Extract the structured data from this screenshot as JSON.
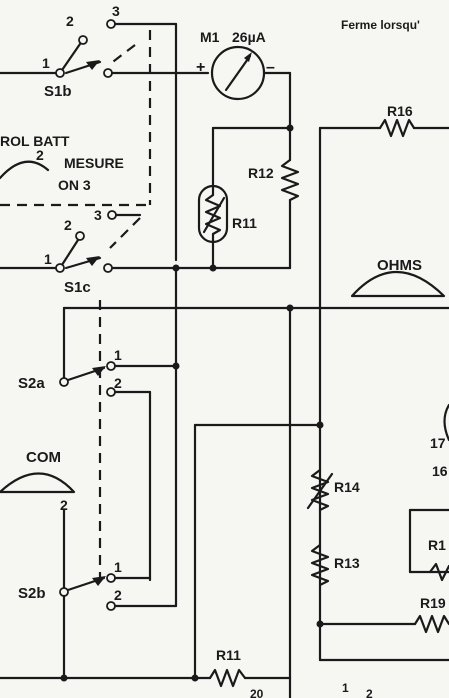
{
  "switches": {
    "s1b": {
      "name": "S1b",
      "pos1": "1",
      "pos2": "2",
      "pos3": "3"
    },
    "s1c": {
      "name": "S1c",
      "pos1": "1",
      "pos2": "2",
      "pos3": "3"
    },
    "s2a": {
      "name": "S2a",
      "pos1": "1",
      "pos2": "2"
    },
    "s2b": {
      "name": "S2b",
      "pos1": "1",
      "pos2": "2"
    }
  },
  "meter": {
    "name": "M1",
    "rating": "26µA",
    "plus": "+",
    "minus": "–"
  },
  "resistors": {
    "r11": "R11",
    "r11_bottom": "R11",
    "r12": "R12",
    "r13": "R13",
    "r14": "R14",
    "r16": "R16",
    "r19": "R19",
    "r1_partial": "R1"
  },
  "jacks": {
    "ctrl_batt": "ROL BATT",
    "ctrl_batt_num": "2",
    "ohms": "OHMS",
    "com": "COM",
    "com_num": "2"
  },
  "labels": {
    "mesure": "MESURE",
    "on3": "ON 3",
    "note": "Ferme lorsqu'",
    "pin17": "17",
    "pin16": "16",
    "bottom_num1": "20",
    "bottom_num2": "1",
    "bottom_num3": "2"
  }
}
